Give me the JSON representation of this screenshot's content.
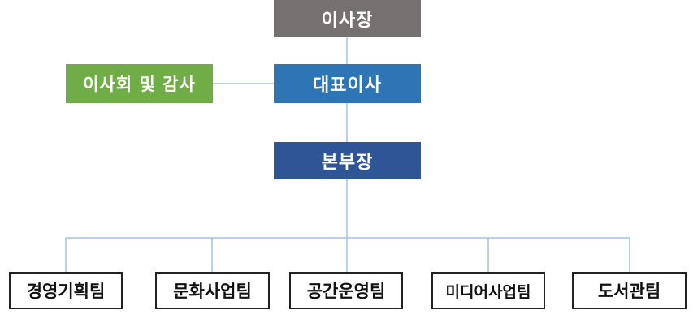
{
  "org_chart": {
    "chairman": "이사장",
    "ceo": "대표이사",
    "board": "이사회 및 감사",
    "director": "본부장",
    "teams": [
      "경영기획팀",
      "문화사업팀",
      "공간운영팀",
      "미디어사업팀",
      "도서관팀"
    ]
  },
  "colors": {
    "chairman": "#767171",
    "ceo": "#2e75b6",
    "board": "#70ad47",
    "director": "#2f5597",
    "connector": "#9dc3e6",
    "team_border": "#222222"
  }
}
